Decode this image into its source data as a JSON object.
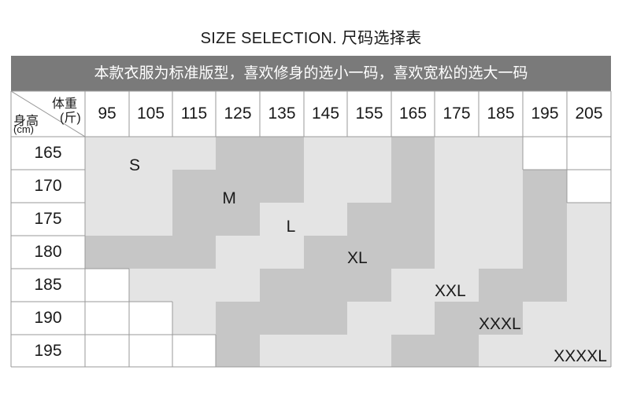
{
  "title": "SIZE SELECTION. 尺码选择表",
  "banner": "本款衣服为标准版型，喜欢修身的选小一码，喜欢宽松的选大一码",
  "corner": {
    "weight_label": "体重",
    "weight_unit": "(斤)",
    "height_label": "身高",
    "height_unit": "(cm)"
  },
  "weights": [
    "95",
    "105",
    "115",
    "125",
    "135",
    "145",
    "155",
    "165",
    "175",
    "185",
    "195",
    "205"
  ],
  "heights": [
    "165",
    "170",
    "175",
    "180",
    "185",
    "190",
    "195"
  ],
  "colors": {
    "banner": "#7a7a7a",
    "light": "#e4e4e4",
    "dark": "#c6c6c6",
    "empty": "#ffffff",
    "border": "#9a9a9a"
  },
  "size_map": [
    [
      "S",
      "S",
      "S",
      "M",
      "M",
      "L",
      "L",
      "XL",
      "XXL",
      "XXL",
      "",
      ""
    ],
    [
      "S",
      "S",
      "M",
      "M",
      "M",
      "L",
      "L",
      "XL",
      "XXL",
      "XXL",
      "XXXL",
      ""
    ],
    [
      "S",
      "S",
      "M",
      "M",
      "L",
      "L",
      "XL",
      "XL",
      "XXL",
      "XXL",
      "XXXL",
      "XXXXL"
    ],
    [
      "M",
      "M",
      "M",
      "L",
      "L",
      "XL",
      "XL",
      "XL",
      "XXL",
      "XXL",
      "XXXL",
      "XXXXL"
    ],
    [
      "",
      "L",
      "L",
      "L",
      "XL",
      "XL",
      "XL",
      "XXL",
      "XXL",
      "XXXL",
      "XXXL",
      "XXXXL"
    ],
    [
      "",
      "",
      "L",
      "XL",
      "XL",
      "XL",
      "XXL",
      "XXL",
      "XXXL",
      "XXXL",
      "XXXXL",
      "XXXXL"
    ],
    [
      "",
      "",
      "",
      "XL",
      "XXL",
      "XXL",
      "XXL",
      "XXXL",
      "XXXL",
      "XXXXL",
      "XXXXL",
      "XXXXL"
    ]
  ],
  "size_shade": {
    "S": "light",
    "M": "dark",
    "L": "light",
    "XL": "dark",
    "XXL": "light",
    "XXXL": "dark",
    "XXXXL": "light"
  },
  "size_labels": [
    "S",
    "M",
    "L",
    "XL",
    "XXL",
    "XXXL",
    "XXXXL"
  ]
}
